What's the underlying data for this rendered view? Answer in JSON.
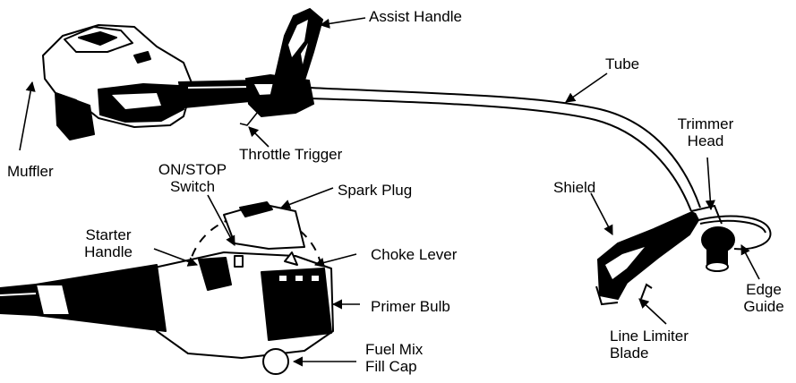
{
  "labels": {
    "assist_handle": "Assist Handle",
    "tube": "Tube",
    "trimmer_head_line1": "Trimmer",
    "trimmer_head_line2": "Head",
    "muffler": "Muffler",
    "throttle_trigger": "Throttle Trigger",
    "on_stop_line1": "ON/STOP",
    "on_stop_line2": "Switch",
    "spark_plug": "Spark Plug",
    "shield": "Shield",
    "starter_line1": "Starter",
    "starter_line2": "Handle",
    "choke_lever": "Choke Lever",
    "primer_bulb": "Primer Bulb",
    "fuel_line1": "Fuel Mix",
    "fuel_line2": "Fill Cap",
    "edge_line1": "Edge",
    "edge_line2": "Guide",
    "limiter_line1": "Line Limiter",
    "limiter_line2": "Blade"
  }
}
